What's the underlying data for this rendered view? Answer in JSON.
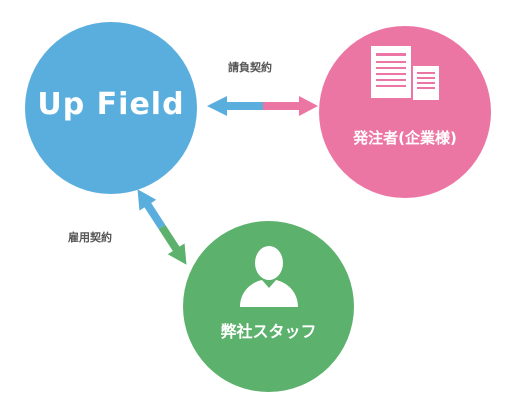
{
  "nodes": {
    "upfield": {
      "label": "Up Field",
      "color": "#5aaede"
    },
    "client": {
      "label": "発注者(企業様)",
      "color": "#ec76a3",
      "icon": "document-icon"
    },
    "staff": {
      "label": "弊社スタッフ",
      "color": "#5cb26c",
      "icon": "person-icon"
    }
  },
  "edges": {
    "ukeoi": {
      "label": "請負契約",
      "from": "upfield",
      "to": "client"
    },
    "koyo": {
      "label": "雇用契約",
      "from": "upfield",
      "to": "staff"
    }
  },
  "colors": {
    "arrow_blue": "#5aaede",
    "arrow_pink": "#ec76a3",
    "arrow_green": "#5cb26c",
    "contract_text": "#555555"
  }
}
